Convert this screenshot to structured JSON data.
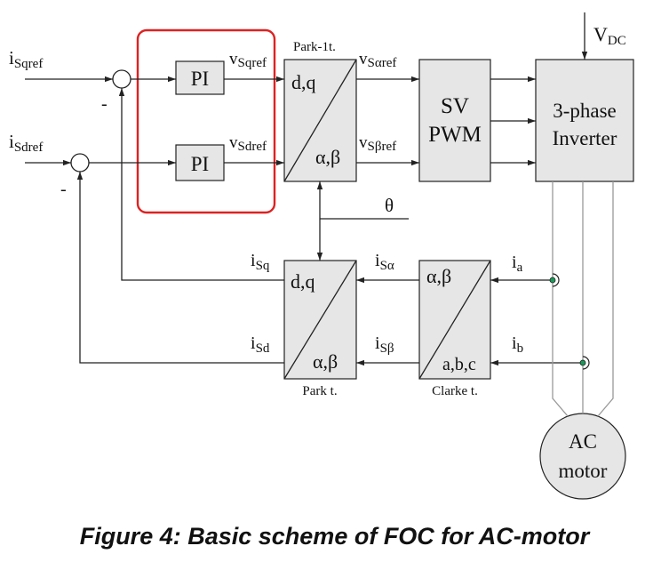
{
  "colors": {
    "highlight": "#dd2222",
    "block_fill": "#e6e6e6",
    "line": "#222222",
    "terminal": "#1a9a5a"
  },
  "inputs": {
    "isqref_main": "i",
    "isqref_sub": "Sqref",
    "isdref_main": "i",
    "isdref_sub": "Sdref"
  },
  "summers": {
    "minus_q": "-",
    "minus_d": "-"
  },
  "pi_q": "PI",
  "pi_d": "PI",
  "vsqref": {
    "main": "v",
    "sub": "Sqref"
  },
  "vsdref": {
    "main": "v",
    "sub": "Sdref"
  },
  "inv_park": {
    "caption": "Park-1t.",
    "top": "d,q",
    "bottom": "α,β"
  },
  "vsaref": {
    "main": "v",
    "sub": "Sαref"
  },
  "vsbref": {
    "main": "v",
    "sub": "Sβref"
  },
  "svpwm": {
    "line1": "SV",
    "line2": "PWM"
  },
  "inverter": {
    "line1": "3-phase",
    "line2": "Inverter"
  },
  "vdc": {
    "main": "V",
    "sub": "DC"
  },
  "theta": "θ",
  "park": {
    "caption": "Park t.",
    "top": "d,q",
    "bottom": "α,β"
  },
  "clarke": {
    "caption": "Clarke t.",
    "top": "α,β",
    "bottom": "a,b,c"
  },
  "isq": {
    "main": "i",
    "sub": "Sq"
  },
  "isd": {
    "main": "i",
    "sub": "Sd"
  },
  "isa": {
    "main": "i",
    "sub": "Sα"
  },
  "isb": {
    "main": "i",
    "sub": "Sβ"
  },
  "ia": {
    "main": "i",
    "sub": "a"
  },
  "ib": {
    "main": "i",
    "sub": "b"
  },
  "motor": {
    "line1": "AC",
    "line2": "motor"
  },
  "caption": "Figure 4: Basic scheme of FOC for AC-motor"
}
